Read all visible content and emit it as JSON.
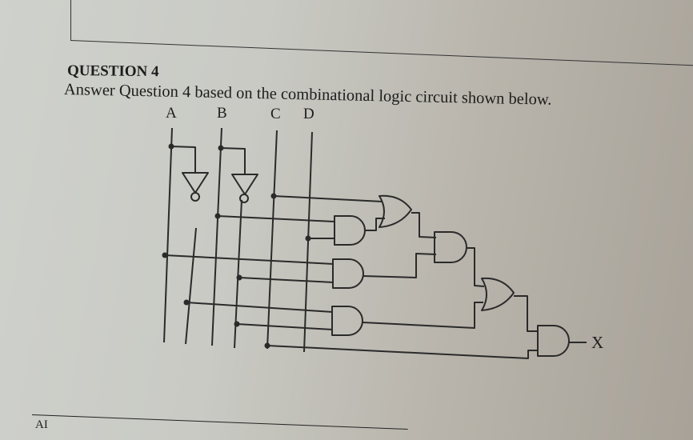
{
  "question": {
    "title": "QUESTION 4",
    "instruction": "Answer Question 4 based on the combinational logic circuit shown below."
  },
  "circuit": {
    "inputs": [
      "A",
      "B",
      "C",
      "D"
    ],
    "output": "X",
    "gates": [
      {
        "id": "NOT1",
        "type": "NOT",
        "inputs": [
          "A"
        ]
      },
      {
        "id": "NOT2",
        "type": "NOT",
        "inputs": [
          "B"
        ]
      },
      {
        "id": "AND1",
        "type": "AND",
        "inputs": [
          "B",
          "D"
        ]
      },
      {
        "id": "OR1",
        "type": "OR",
        "inputs": [
          "C",
          "AND1"
        ]
      },
      {
        "id": "AND2",
        "type": "AND",
        "inputs": [
          "A",
          "B'"
        ]
      },
      {
        "id": "AND3",
        "type": "AND",
        "inputs": [
          "A'",
          "B'"
        ]
      },
      {
        "id": "AND4",
        "type": "AND",
        "inputs": [
          "OR1",
          "AND2"
        ]
      },
      {
        "id": "OR2",
        "type": "OR",
        "inputs": [
          "AND4",
          "AND3"
        ]
      },
      {
        "id": "AND5",
        "type": "AND",
        "inputs": [
          "OR2",
          "C"
        ]
      }
    ]
  },
  "footer": {
    "label": "AI"
  }
}
